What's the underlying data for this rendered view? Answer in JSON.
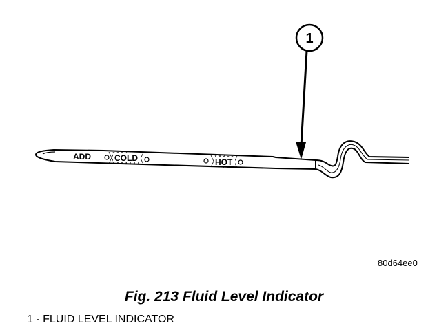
{
  "callout": {
    "number": "1"
  },
  "dipstick": {
    "markings": {
      "add": "ADD",
      "cold": "COLD",
      "hot": "HOT"
    }
  },
  "image_code": "80d64ee0",
  "caption": "Fig. 213 Fluid Level Indicator",
  "legend": [
    {
      "number": "1",
      "separator": " - ",
      "label": "FLUID LEVEL INDICATOR"
    }
  ],
  "colors": {
    "line": "#000000",
    "background": "#ffffff"
  }
}
